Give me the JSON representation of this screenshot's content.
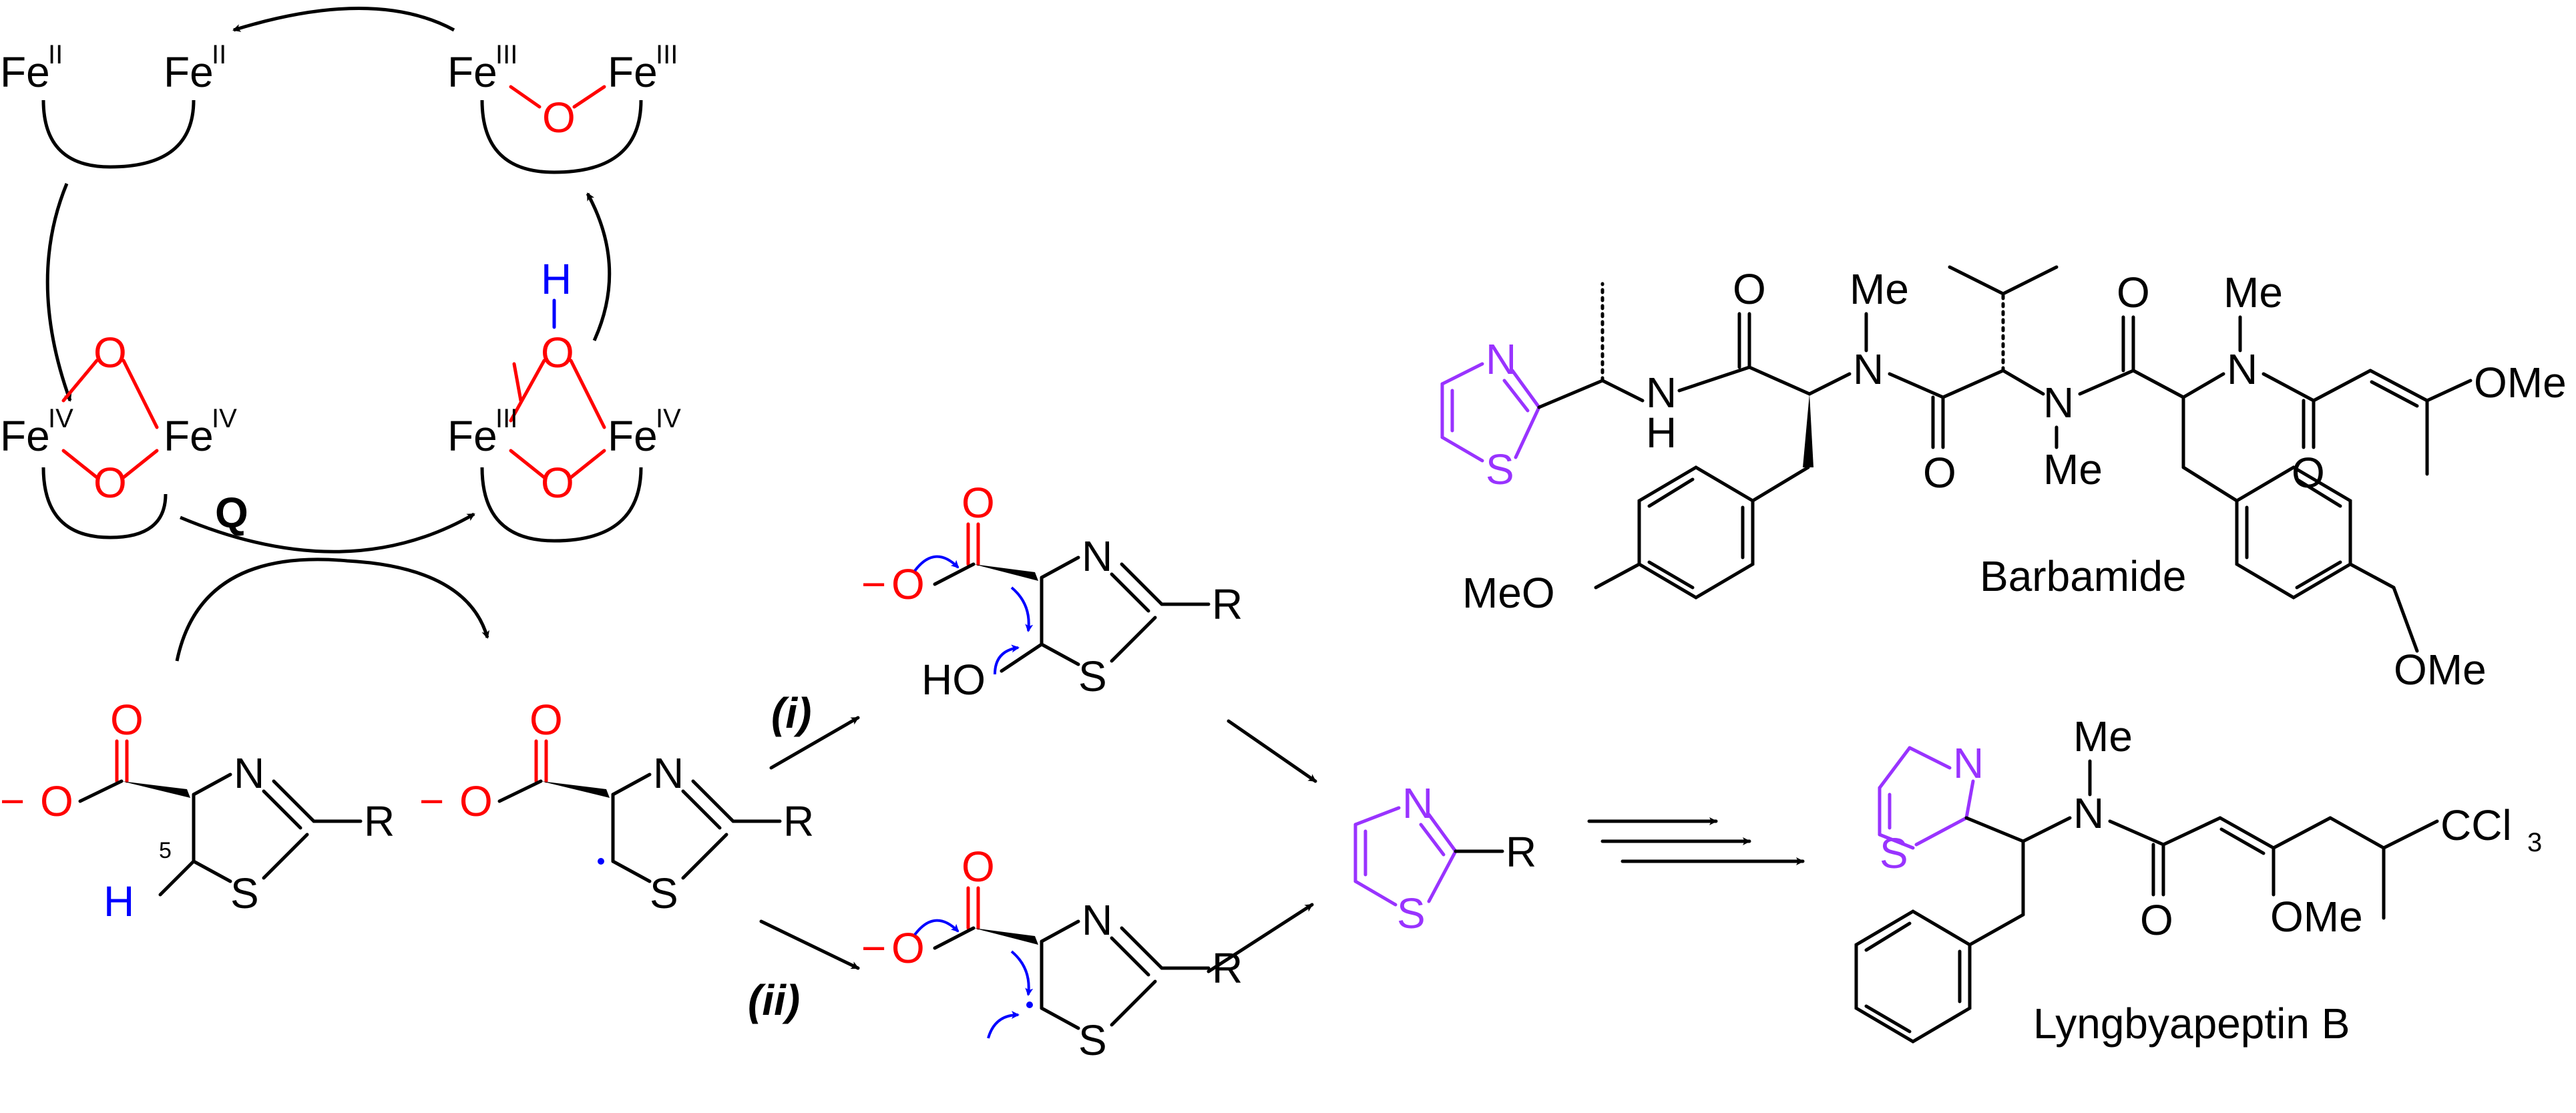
{
  "labels": {
    "fe2": "Fe",
    "fe2_ox": "II",
    "fe3": "Fe",
    "fe3_ox": "III",
    "fe4": "Fe",
    "fe4_ox": "IV",
    "oxygen": "O",
    "hydrogen": "H",
    "intermediate_q": "Q",
    "carboxylate_charge": "−",
    "nitrogen": "N",
    "sulfur": "S",
    "r_group": "R",
    "hydroxyl": "HO",
    "position_5": "5",
    "step_i": "(i)",
    "step_ii": "(ii)",
    "methyl": "Me",
    "methoxy": "OMe",
    "methoxy_left": "MeO",
    "amide_nh_n": "N",
    "amide_nh_h": "H",
    "trichloromethyl": "CCl",
    "trichloromethyl_sub": "3"
  },
  "compounds": {
    "barbamide": "Barbamide",
    "lyngbyapeptin": "Lyngbyapeptin B"
  },
  "colors": {
    "oxygen": "#ff0000",
    "hydrogen": "#0000ff",
    "thiazole": "#9933ff",
    "default": "#000000",
    "electron_push": "#0000ff"
  }
}
